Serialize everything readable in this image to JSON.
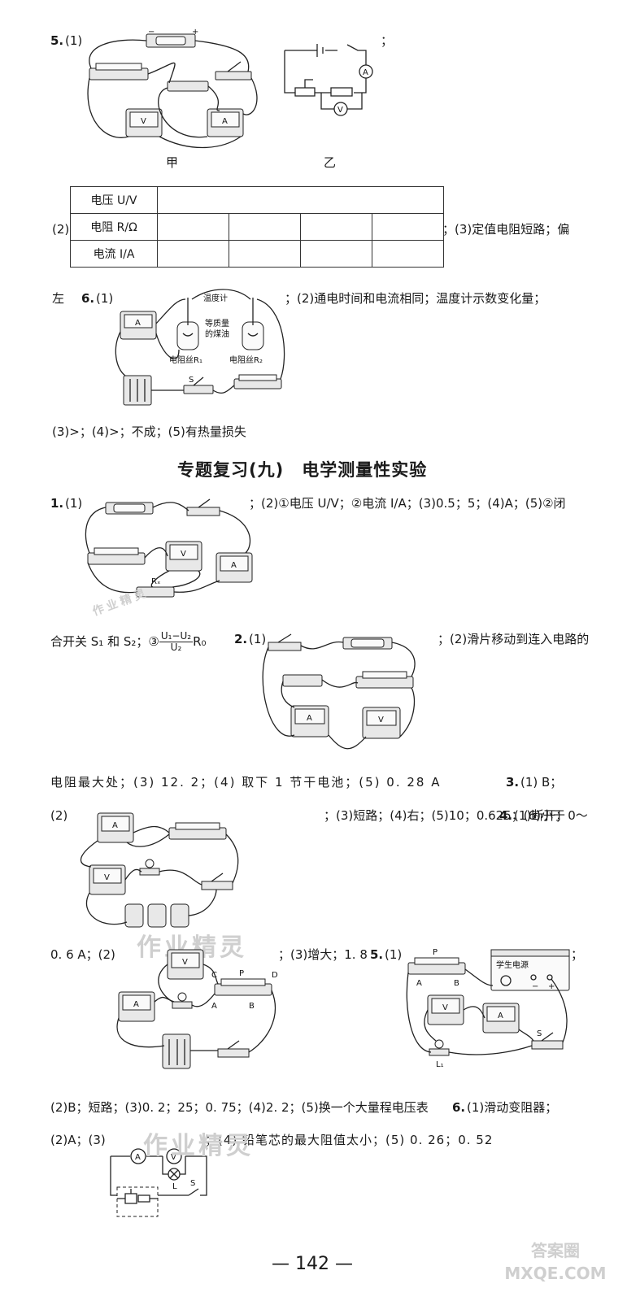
{
  "q5": {
    "num": "5.",
    "part1": "(1)",
    "semicolon": "；",
    "fig_jia": "甲",
    "fig_yi": "乙",
    "part2": "(2)",
    "table": {
      "rows": [
        "电压 U/V",
        "电阻 R/Ω",
        "电流 I/A"
      ]
    },
    "after_table": "；(3)定值电阻短路；偏",
    "line2": "左"
  },
  "q6": {
    "num": "6.",
    "part1": "(1)",
    "text1": "；(2)通电时间和电流相同；温度计示数变化量；",
    "labels": {
      "thermometer": "温度计",
      "oil1": "等质量",
      "oil2": "的煤油",
      "r1": "电阻丝R₁",
      "r2": "电阻丝R₂",
      "s": "S"
    },
    "line3": "(3)>；(4)>；不成；(5)有热量损失"
  },
  "section_title": "专题复习(九)　电学测量性实验",
  "s9": {
    "q1_num": "1.",
    "q1_part": "(1)",
    "q1_text": "；(2)①电压 U/V；②电流 I/A；(3)0.5；5；(4)A；(5)②闭",
    "q1_rx": "Rₓ",
    "q1_line2_a": "合开关 S₁ 和 S₂；③",
    "q1_frac_num": "U₁−U₂",
    "q1_frac_den": "U₂",
    "q1_r0": "R₀",
    "q2_num": "2.",
    "q2_part": "(1)",
    "q2_text": "；(2)滑片移动到连入电路的",
    "q2_line2": "电阻最大处；(3) 12. 2；(4) 取下 1 节干电池；(5) 0. 28 A",
    "q3_num": "3.",
    "q3_text": "(1) B；",
    "q3_part2": "(2)",
    "q3_text2": "；(3)短路；(4)右；(5)10；0.625；(6)小于",
    "q4_num": "4.",
    "q4_text": "(1)断开；0～",
    "q4_line2_a": "0. 6 A；(2)",
    "q4_text2": "；(3)增大；1. 8",
    "q4_labels": {
      "c": "C",
      "p": "P",
      "d": "D",
      "a": "A",
      "b": "B"
    },
    "q5_num": "5.",
    "q5_part": "(1)",
    "q5_semicolon": "；",
    "q5_labels": {
      "p": "P",
      "a": "A",
      "b": "B",
      "power": "学生电源",
      "s": "S",
      "l1": "L₁"
    },
    "q5_line2": "(2)B；短路；(3)0. 2；25；0. 75；(4)2. 2；(5)换一个大量程电压表",
    "q6_num": "6.",
    "q6_text": "(1)滑动变阻器；",
    "q6_line2_a": "(2)A；(3)",
    "q6_line2_b": "；(4) 铅笔芯的最大阻值太小；(5) 0. 26；0. 52",
    "q6_labels": {
      "a": "A",
      "v": "V",
      "l": "L",
      "s": "S"
    }
  },
  "watermarks": {
    "w1": "作业精灵",
    "w2": "作业精灵"
  },
  "page_number": "— 142 —",
  "corner_logo": "答案圈 MXQE.COM",
  "stamp_text": "作业精灵"
}
